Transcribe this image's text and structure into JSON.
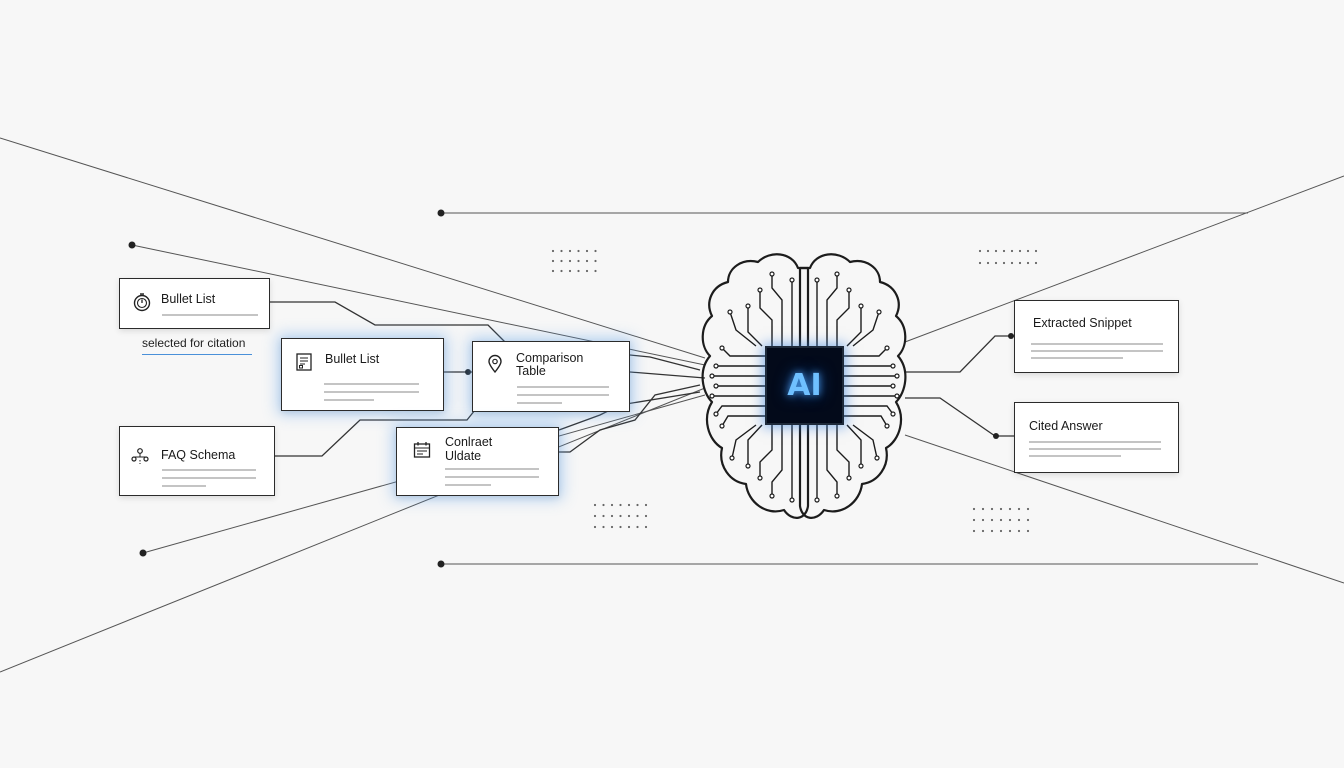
{
  "source_cards": [
    {
      "id": "bullet-list-1",
      "label": "Bullet List",
      "icon": "stopwatch-icon"
    },
    {
      "id": "bullet-list-2",
      "label": "Bullet List",
      "icon": "document-list-icon"
    },
    {
      "id": "comparison-table",
      "label_line1": "Comparison",
      "label_line2": "Table",
      "icon": "location-pin-icon"
    },
    {
      "id": "faq-schema",
      "label": "FAQ Schema",
      "icon": "people-network-icon"
    },
    {
      "id": "content-update",
      "label_line1": "Conlraet",
      "label_line2": "Uldate",
      "icon": "calendar-icon"
    }
  ],
  "selection_note": "selected for citation",
  "center": {
    "label": "AI",
    "icon": "brain-circuit-icon"
  },
  "output_cards": [
    {
      "id": "extracted-snippet",
      "label": "Extracted Snippet"
    },
    {
      "id": "cited-answer",
      "label": "Cited Answer"
    }
  ],
  "colors": {
    "accent": "#4a90d9",
    "chip_bg": "#030a1a",
    "chip_text": "#6fc0ff",
    "ink": "#1f1f1f"
  }
}
